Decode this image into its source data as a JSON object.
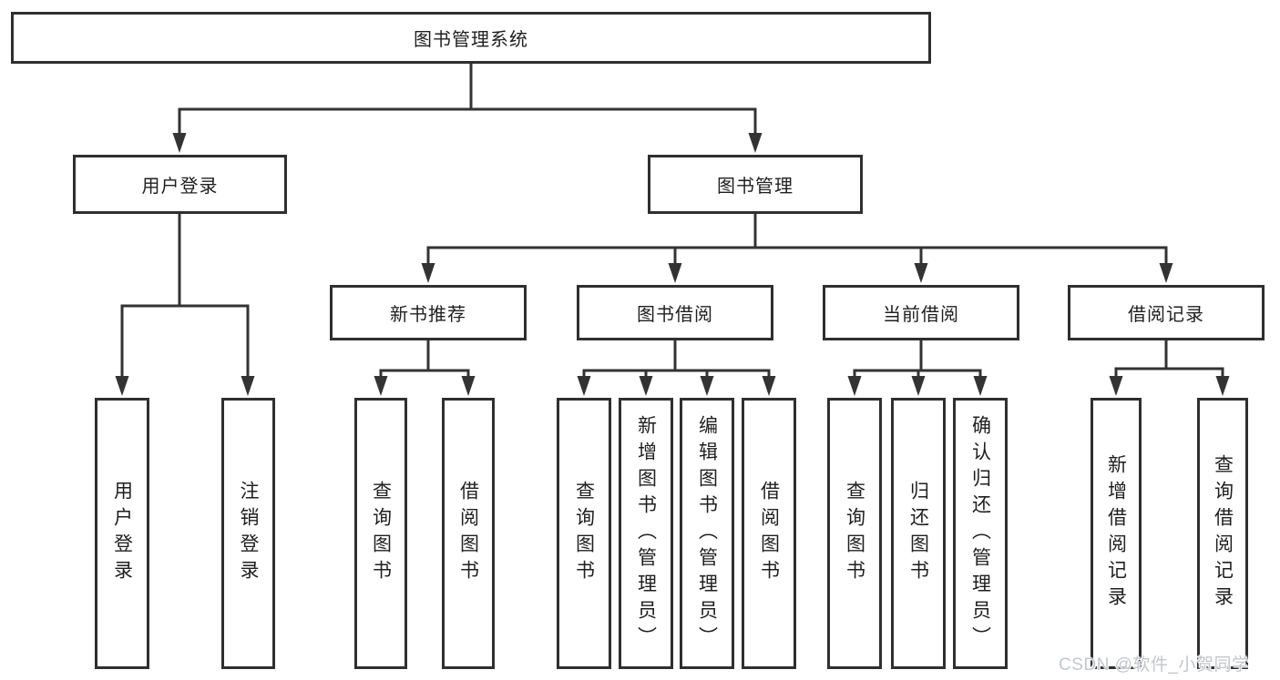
{
  "tree": {
    "label": "图书管理系统",
    "children": [
      {
        "label": "用户登录",
        "children": [
          {
            "label": "用户登录"
          },
          {
            "label": "注销登录"
          }
        ]
      },
      {
        "label": "图书管理",
        "children": [
          {
            "label": "新书推荐",
            "children": [
              {
                "label": "查询图书"
              },
              {
                "label": "借阅图书"
              }
            ]
          },
          {
            "label": "图书借阅",
            "children": [
              {
                "label": "查询图书"
              },
              {
                "label": "新增图书（管理员）"
              },
              {
                "label": "编辑图书（管理员）"
              },
              {
                "label": "借阅图书"
              }
            ]
          },
          {
            "label": "当前借阅",
            "children": [
              {
                "label": "查询图书"
              },
              {
                "label": "归还图书"
              },
              {
                "label": "确认归还（管理员）"
              }
            ]
          },
          {
            "label": "借阅记录",
            "children": [
              {
                "label": "新增借阅记录"
              },
              {
                "label": "查询借阅记录"
              }
            ]
          }
        ]
      }
    ]
  },
  "watermark": {
    "text": "CSDN @软件_小贺同学"
  },
  "colors": {
    "line": "#333333",
    "box_border": "#2f2f2f",
    "box_fill": "#ffffff",
    "text": "#1f1f1f",
    "watermark": "#c3c7cd",
    "background": "#ffffff"
  }
}
